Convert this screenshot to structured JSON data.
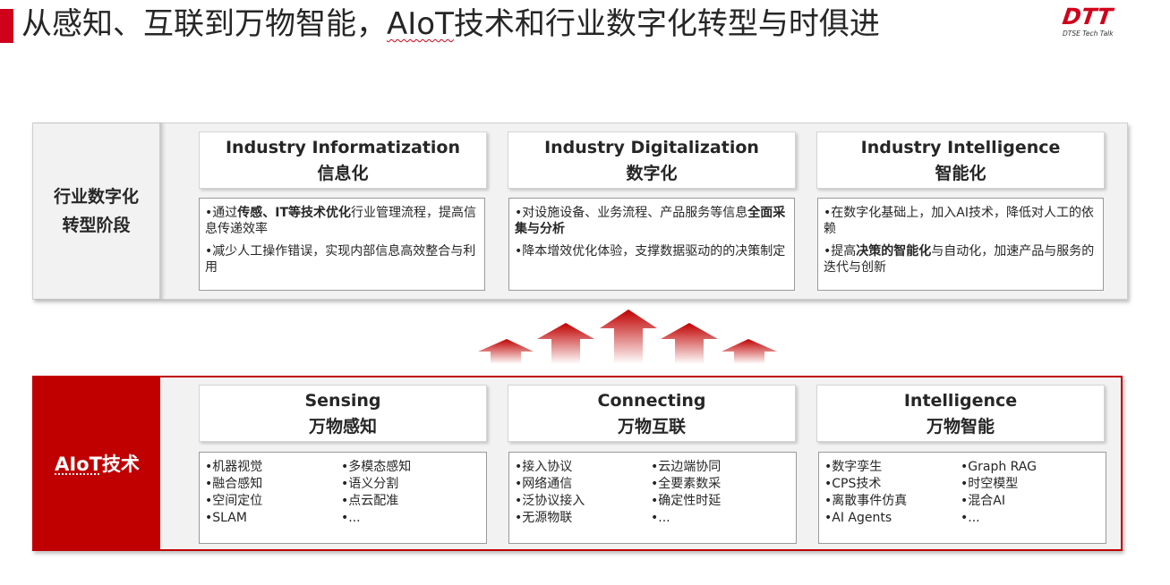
{
  "header": {
    "title_pre": "从感知、互联到万物智能，",
    "title_aiot": "AIoT",
    "title_post": "技术和行业数字化转型与时俱进",
    "logo_mark": "DTT",
    "logo_sub": "DTSE Tech Talk"
  },
  "top_panel": {
    "side_line1": "行业数字化",
    "side_line2": "转型阶段",
    "columns": [
      {
        "en": "Industry Informatization",
        "zh": "信息化",
        "b1_pre": "•通过",
        "b1_bold1": "传感、IT等技术优化",
        "b1_post": "行业管理流程，提高信息传递效率",
        "b2": "•减少人工操作错误，实现内部信息高效整合与利用"
      },
      {
        "en": "Industry Digitalization",
        "zh": "数字化",
        "b1_pre": "•对设施设备、业务流程、产品服务等信息",
        "b1_bold1": "全面采集与分析",
        "b1_post": "",
        "b2": "•降本增效优化体验，支撑数据驱动的的决策制定"
      },
      {
        "en": "Industry Intelligence",
        "zh": "智能化",
        "b1_pre": "•在数字化基础上，加入AI技术，降低对人工的依赖",
        "b1_bold1": "",
        "b1_post": "",
        "b2_pre": "•提高",
        "b2_bold": "决策的智能化",
        "b2_post": "与自动化，加速产品与服务的迭代与创新"
      }
    ]
  },
  "bottom_panel": {
    "side_aiot": "AIoT",
    "side_rest": "技术",
    "columns": [
      {
        "en": "Sensing",
        "zh": "万物感知",
        "items": [
          "•机器视觉",
          "•多模态感知",
          "•融合感知",
          "•语义分割",
          "•空间定位",
          "•点云配准",
          "•SLAM",
          "•..."
        ]
      },
      {
        "en": "Connecting",
        "zh": "万物互联",
        "items": [
          "•接入协议",
          "•云边端协同",
          "•网络通信",
          "•全要素数采",
          "•泛协议接入",
          "•确定性时延",
          "•无源物联",
          "•..."
        ]
      },
      {
        "en": "Intelligence",
        "zh": "万物智能",
        "items": [
          "•数字孪生",
          "•Graph RAG",
          "•CPS技术",
          "•时空模型",
          "•离散事件仿真",
          "•混合AI",
          "•AI Agents",
          "•..."
        ]
      }
    ]
  },
  "colors": {
    "accent": "#c00000",
    "title_bar": "#d0021b",
    "panel_bg": "#f2f2f2"
  },
  "icons": {
    "arrows": "red-up-arrows-icon",
    "logo": "dtt-logo-icon"
  }
}
